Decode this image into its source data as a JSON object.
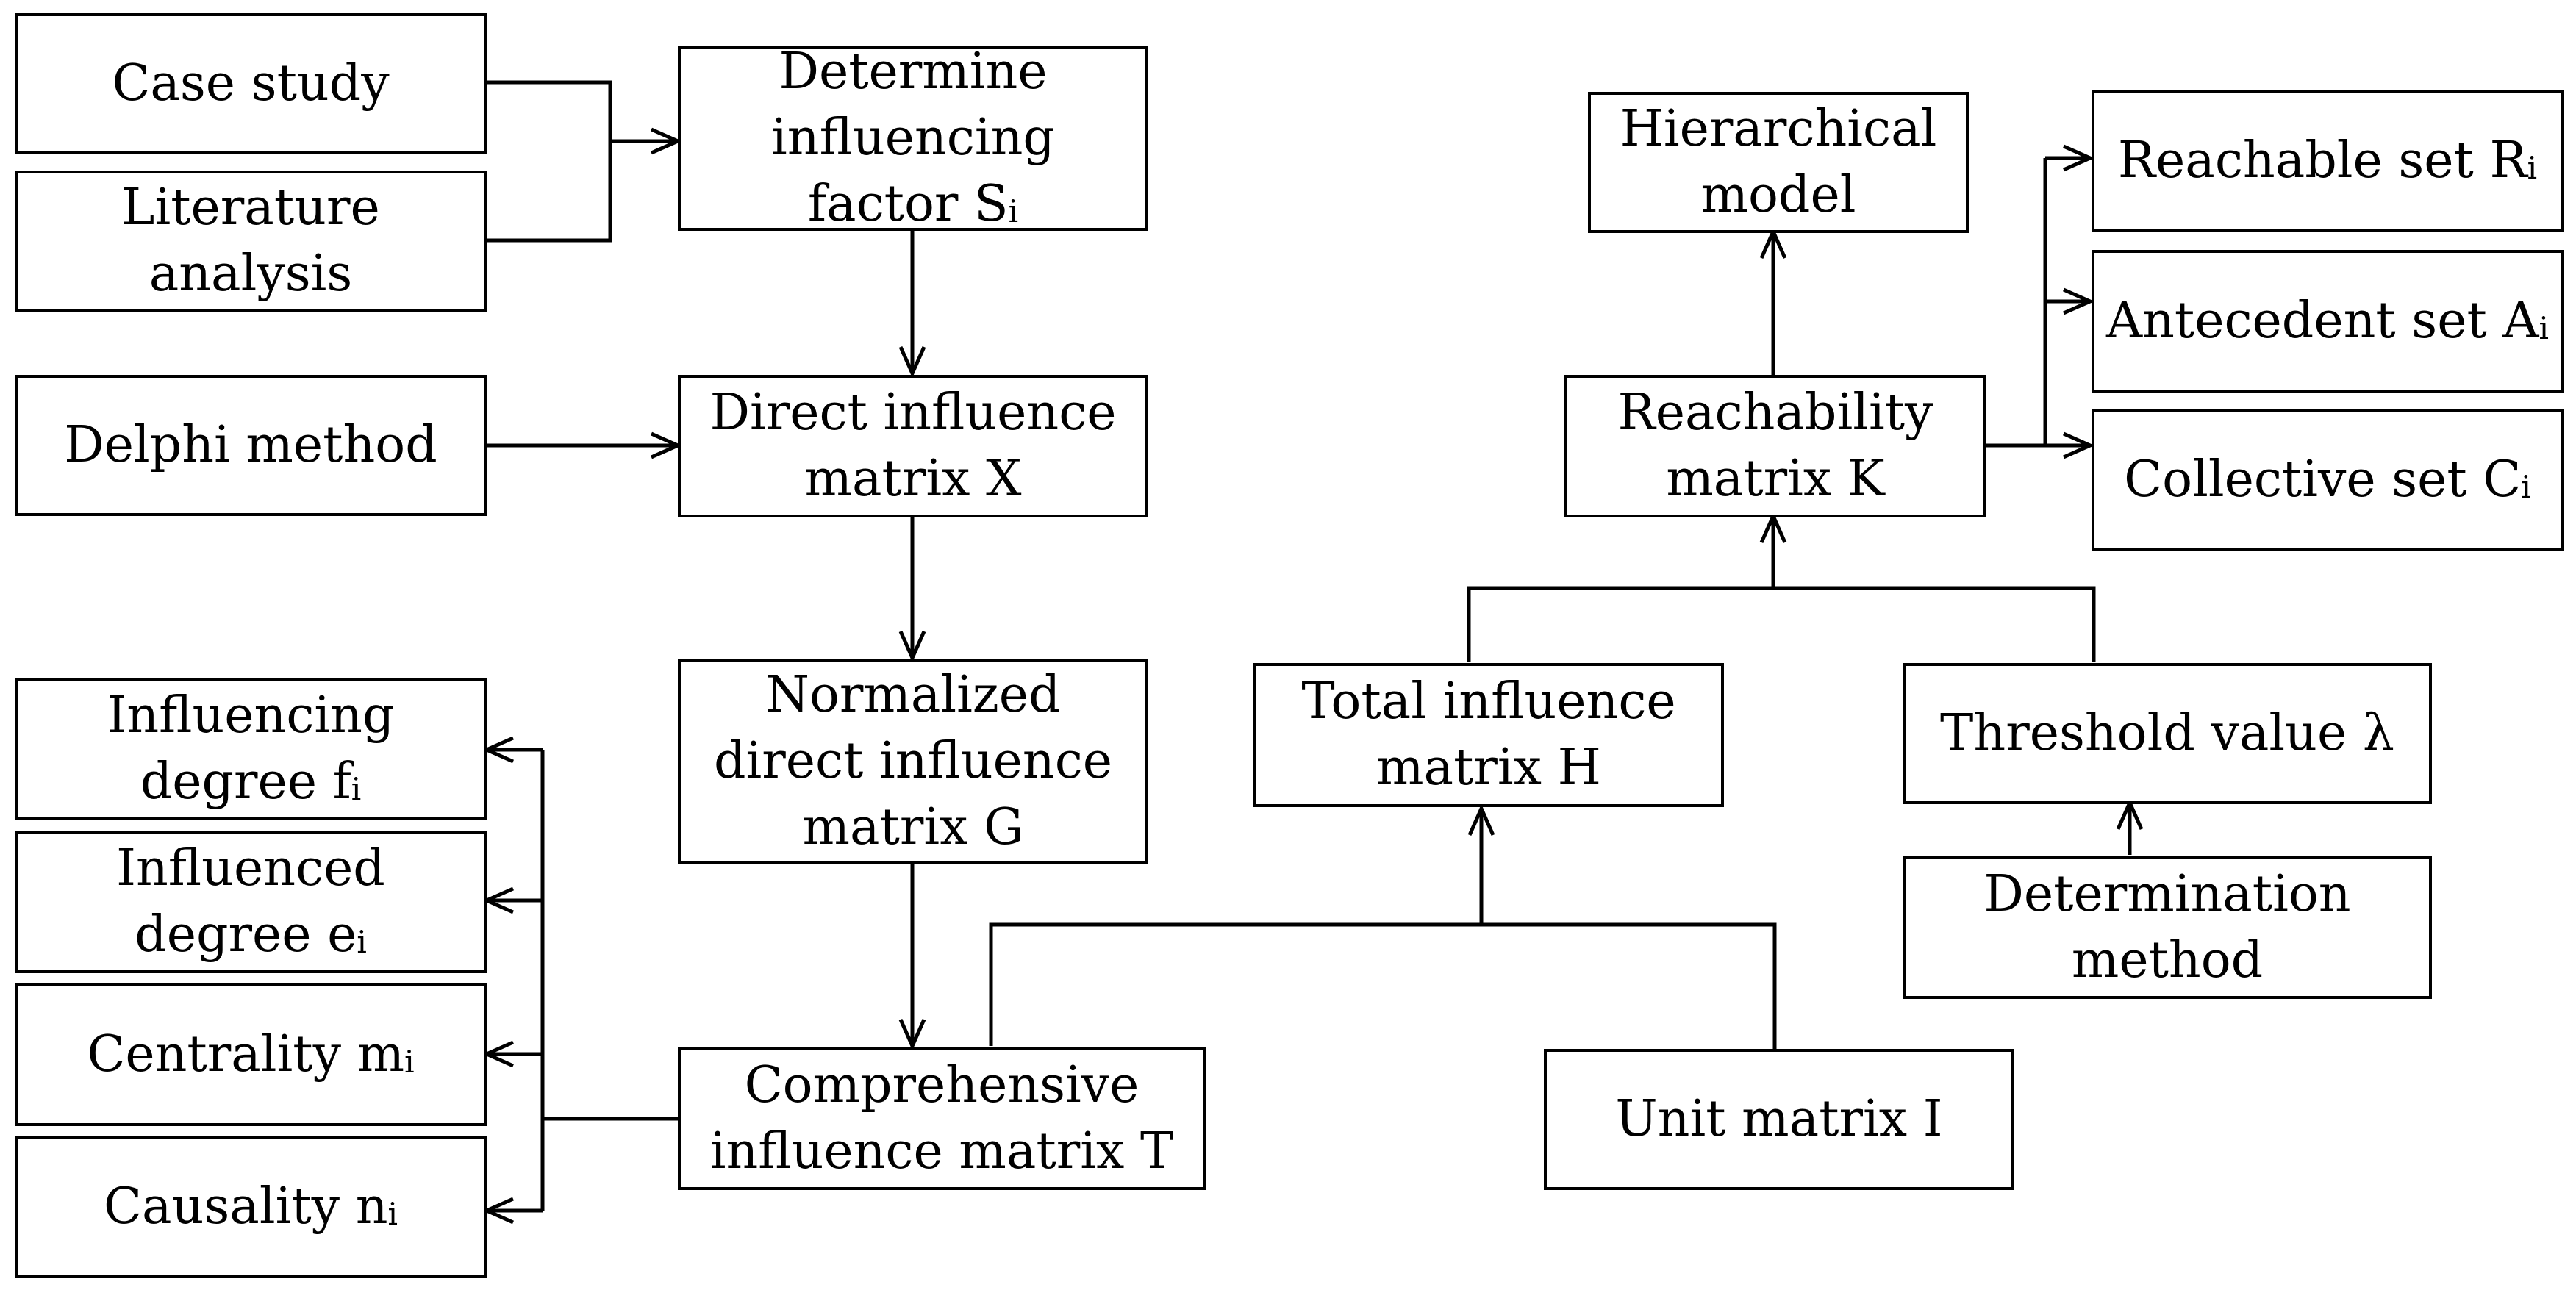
{
  "nodes": {
    "case_study": "Case study",
    "literature_analysis": "Literature analysis",
    "determine_factor": "Determine influencing factor S",
    "determine_factor_sub": "i",
    "delphi_method": "Delphi method",
    "direct_matrix": "Direct influence matrix X",
    "normalized_matrix": "Normalized direct influence matrix G",
    "comprehensive_matrix": "Comprehensive influence matrix T",
    "influencing_degree": "Influencing degree f",
    "influencing_degree_sub": "i",
    "influenced_degree": "Influenced degree e",
    "influenced_degree_sub": "i",
    "centrality": "Centrality m",
    "centrality_sub": "i",
    "causality": "Causality n",
    "causality_sub": "i",
    "total_matrix": "Total influence matrix H",
    "unit_matrix": "Unit matrix I",
    "threshold_value": "Threshold value λ",
    "determination_method": "Determination method",
    "reachability_matrix": "Reachability matrix K",
    "hierarchical_model": "Hierarchical model",
    "reachable_set": "Reachable set R",
    "reachable_set_sub": "i",
    "antecedent_set": "Antecedent set A",
    "antecedent_set_sub": "i",
    "collective_set": "Collective set C",
    "collective_set_sub": "i"
  }
}
